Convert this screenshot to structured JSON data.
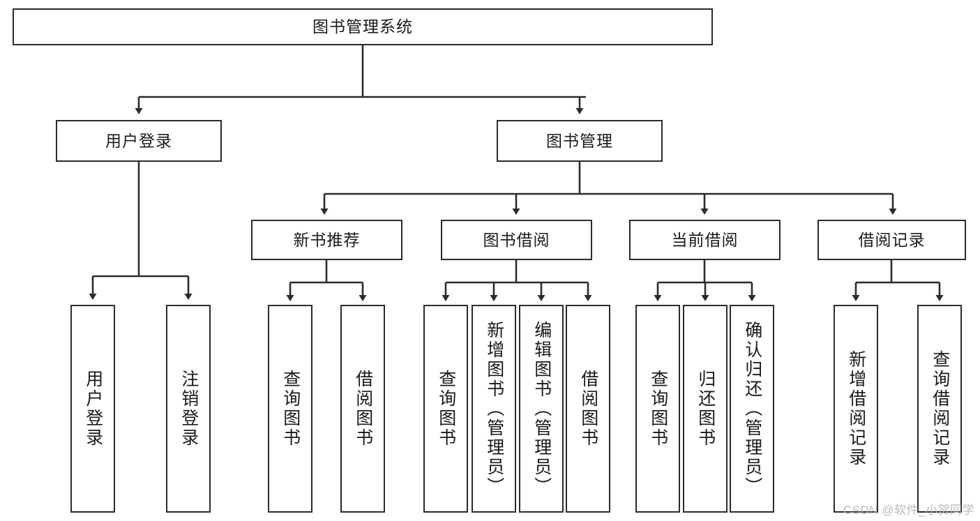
{
  "diagram": {
    "type": "tree",
    "title": "图书管理系统",
    "colors": {
      "stroke": "#2b2b2b",
      "fill": "#ffffff",
      "text": "#1a1a1a",
      "watermark": "#b9b9b9"
    },
    "root": {
      "label": "图书管理系统"
    },
    "level2": [
      {
        "id": "user-login",
        "label": "用户登录"
      },
      {
        "id": "book-management",
        "label": "图书管理"
      }
    ],
    "level3": [
      {
        "id": "new-book-recommend",
        "label": "新书推荐"
      },
      {
        "id": "book-borrow",
        "label": "图书借阅"
      },
      {
        "id": "current-borrow",
        "label": "当前借阅"
      },
      {
        "id": "borrow-record",
        "label": "借阅记录"
      }
    ],
    "leaves": [
      {
        "id": "leaf-user-login",
        "label": "用户登录",
        "parent": "user-login"
      },
      {
        "id": "leaf-logout-login",
        "label": "注销登录",
        "parent": "user-login"
      },
      {
        "id": "leaf-query-book-1",
        "label": "查询图书",
        "parent": "new-book-recommend"
      },
      {
        "id": "leaf-borrow-book-1",
        "label": "借阅图书",
        "parent": "new-book-recommend"
      },
      {
        "id": "leaf-query-book-2",
        "label": "查询图书",
        "parent": "book-borrow"
      },
      {
        "id": "leaf-add-book",
        "label": "新增图书（管理员）",
        "parent": "book-borrow"
      },
      {
        "id": "leaf-edit-book",
        "label": "编辑图书（管理员）",
        "parent": "book-borrow"
      },
      {
        "id": "leaf-borrow-book-2",
        "label": "借阅图书",
        "parent": "book-borrow"
      },
      {
        "id": "leaf-query-book-3",
        "label": "查询图书",
        "parent": "current-borrow"
      },
      {
        "id": "leaf-return-book",
        "label": "归还图书",
        "parent": "current-borrow"
      },
      {
        "id": "leaf-confirm-return",
        "label": "确认归还（管理员）",
        "parent": "current-borrow"
      },
      {
        "id": "leaf-add-record",
        "label": "新增借阅记录",
        "parent": "borrow-record"
      },
      {
        "id": "leaf-query-record",
        "label": "查询借阅记录",
        "parent": "borrow-record"
      }
    ],
    "watermark": "CSDN @软件_小贺同学"
  }
}
